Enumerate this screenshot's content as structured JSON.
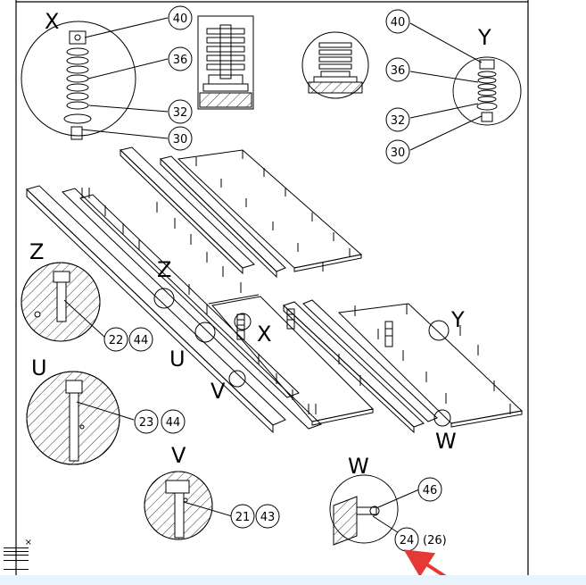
{
  "callouts": {
    "X": "X",
    "Y": "Y",
    "Z": "Z",
    "U": "U",
    "V": "V",
    "W": "W"
  },
  "parts": {
    "p40": "40",
    "p36": "36",
    "p32": "32",
    "p30": "30",
    "p22": "22",
    "p44": "44",
    "p23": "23",
    "p21": "21",
    "p43": "43",
    "p46": "46",
    "p24": "24",
    "p26": "(26)"
  },
  "colors": {
    "line": "#000000",
    "arrow": "#e53935",
    "bottom_strip": "#e8f3fc"
  },
  "icons": {
    "close": "×"
  }
}
